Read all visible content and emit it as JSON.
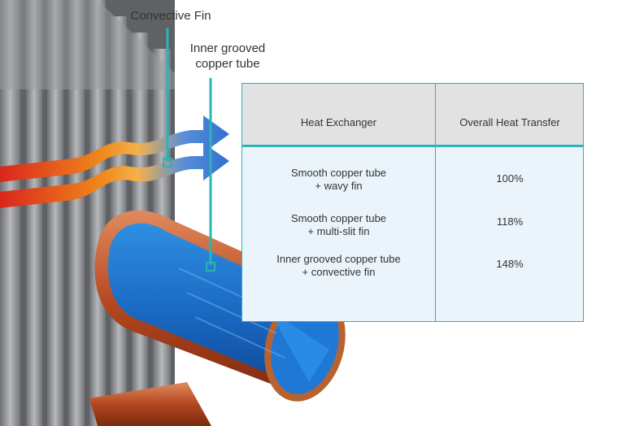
{
  "labels": {
    "convective_fin": "Convective Fin",
    "tube_line1": "Inner grooved",
    "tube_line2": "copper tube"
  },
  "table": {
    "headers": [
      "Heat Exchanger",
      "Overall Heat Transfer"
    ],
    "rows": [
      {
        "exchanger_line1": "Smooth copper tube",
        "exchanger_line2": "+ wavy fin",
        "transfer": "100%"
      },
      {
        "exchanger_line1": "Smooth copper tube",
        "exchanger_line2": "+ multi-slit fin",
        "transfer": "118%"
      },
      {
        "exchanger_line1": "Inner grooved copper tube",
        "exchanger_line2": "+ convective fin",
        "transfer": "148%"
      }
    ]
  },
  "colors": {
    "accent_teal": "#2bb3b5",
    "copper": "#c0532b",
    "hot_flow": "#d9261c",
    "cold_flow": "#2f7fd6",
    "fin_metal": "#8c8e92"
  }
}
